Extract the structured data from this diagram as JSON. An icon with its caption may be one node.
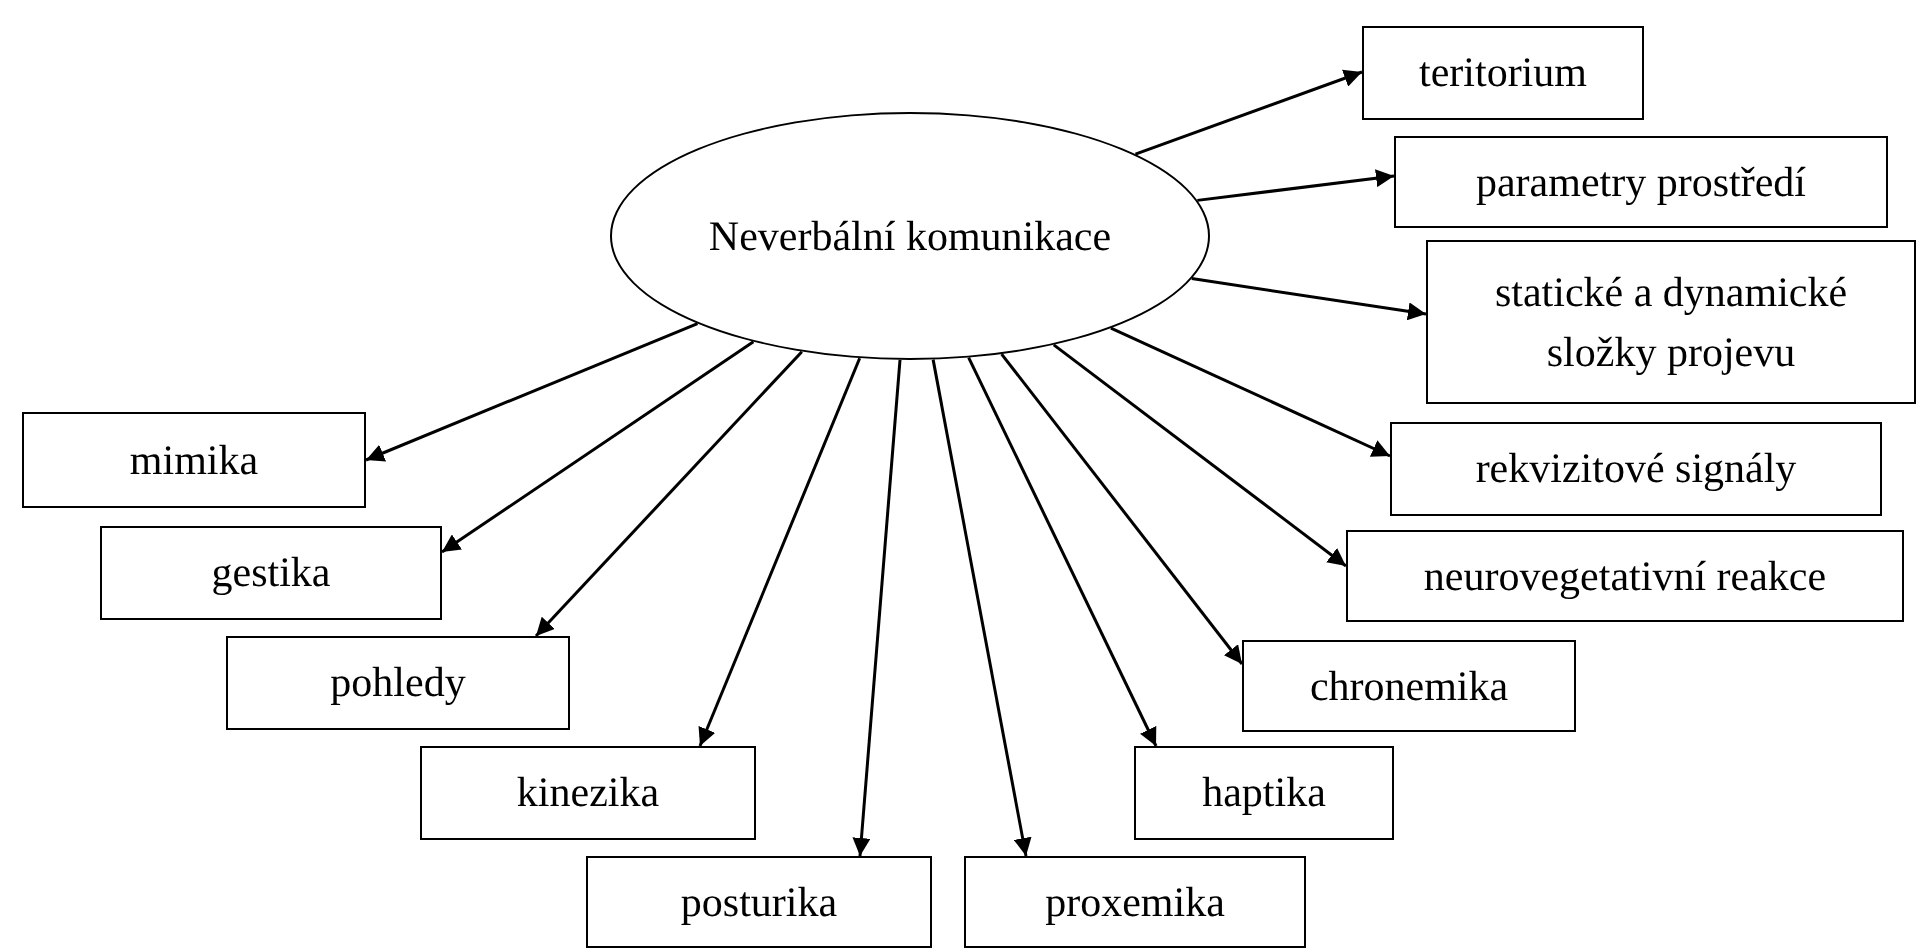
{
  "diagram": {
    "nodes": [
      {
        "text": [
          "Neverbální komunikace"
        ]
      },
      {
        "text": [
          "teritorium"
        ]
      },
      {
        "text": [
          "parametry prostředí"
        ]
      },
      {
        "text": [
          "statické a dynamické složky projevu"
        ]
      },
      {
        "text": [
          "rekvizitové signály"
        ]
      },
      {
        "text": [
          "neurovegetativní reakce"
        ]
      },
      {
        "text": [
          "chronemika"
        ]
      },
      {
        "text": [
          "haptika"
        ]
      },
      {
        "text": [
          "proxemika"
        ]
      },
      {
        "text": [
          "posturika"
        ]
      },
      {
        "text": [
          "kinezika"
        ]
      },
      {
        "text": [
          "pohledy"
        ]
      },
      {
        "text": [
          "gestika"
        ]
      },
      {
        "text": [
          "mimika"
        ]
      }
    ],
    "edges": [
      {
        "from": 0,
        "to": 1,
        "arrow": "to"
      },
      {
        "from": 0,
        "to": 2,
        "arrow": "to"
      },
      {
        "from": 0,
        "to": 3,
        "arrow": "to"
      },
      {
        "from": 0,
        "to": 4,
        "arrow": "to"
      },
      {
        "from": 0,
        "to": 5,
        "arrow": "to"
      },
      {
        "from": 0,
        "to": 6,
        "arrow": "to"
      },
      {
        "from": 0,
        "to": 7,
        "arrow": "to"
      },
      {
        "from": 0,
        "to": 8,
        "arrow": "to"
      },
      {
        "from": 0,
        "to": 9,
        "arrow": "to"
      },
      {
        "from": 0,
        "to": 10,
        "arrow": "to"
      },
      {
        "from": 0,
        "to": 11,
        "arrow": "to"
      },
      {
        "from": 0,
        "to": 12,
        "arrow": "to"
      },
      {
        "from": 0,
        "to": 13,
        "arrow": "to"
      }
    ]
  }
}
